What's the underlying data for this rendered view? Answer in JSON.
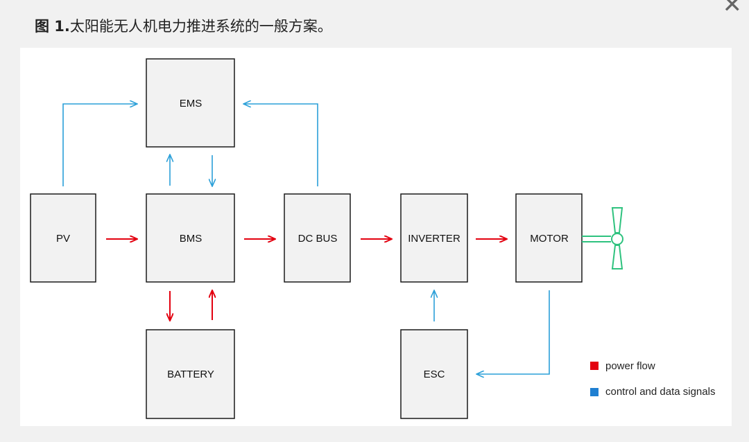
{
  "caption": {
    "figure_label": "图 1.",
    "text": "太阳能无人机电力推进系统的一般方案。"
  },
  "close_icon": "close-icon",
  "blocks": {
    "ems": "EMS",
    "pv": "PV",
    "bms": "BMS",
    "dcbus": "DC BUS",
    "inverter": "INVERTER",
    "motor": "MOTOR",
    "battery": "BATTERY",
    "esc": "ESC"
  },
  "legend": {
    "power": {
      "label": "power flow",
      "color": "#e3000f"
    },
    "control": {
      "label": "control and data signals",
      "color": "#1f7fd1"
    }
  },
  "colors": {
    "power_arrow": "#e3000f",
    "signal_arrow": "#2a9fd8",
    "propeller": "#2ec27e"
  }
}
